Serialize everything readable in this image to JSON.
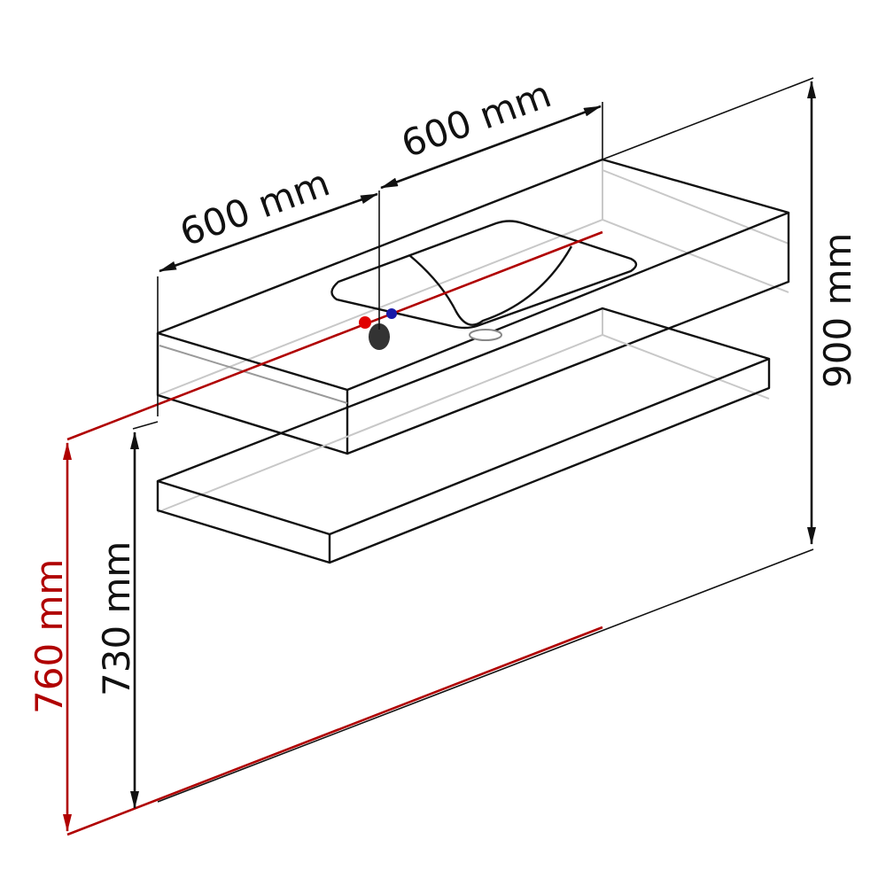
{
  "dimensions": {
    "width_left": "600 mm",
    "width_right": "600 mm",
    "height_top": "900 mm",
    "height_shelf": "730 mm",
    "height_water": "760 mm"
  },
  "colors": {
    "line": "#111111",
    "hidden": "#9a9a9a",
    "water_line": "#b00000",
    "hot_valve": "#e00000",
    "cold_valve": "#1a1aa8",
    "drain": "#333333"
  },
  "icons": {
    "hot_valve": "red-dot",
    "cold_valve": "blue-dot",
    "drain": "black-oval"
  }
}
